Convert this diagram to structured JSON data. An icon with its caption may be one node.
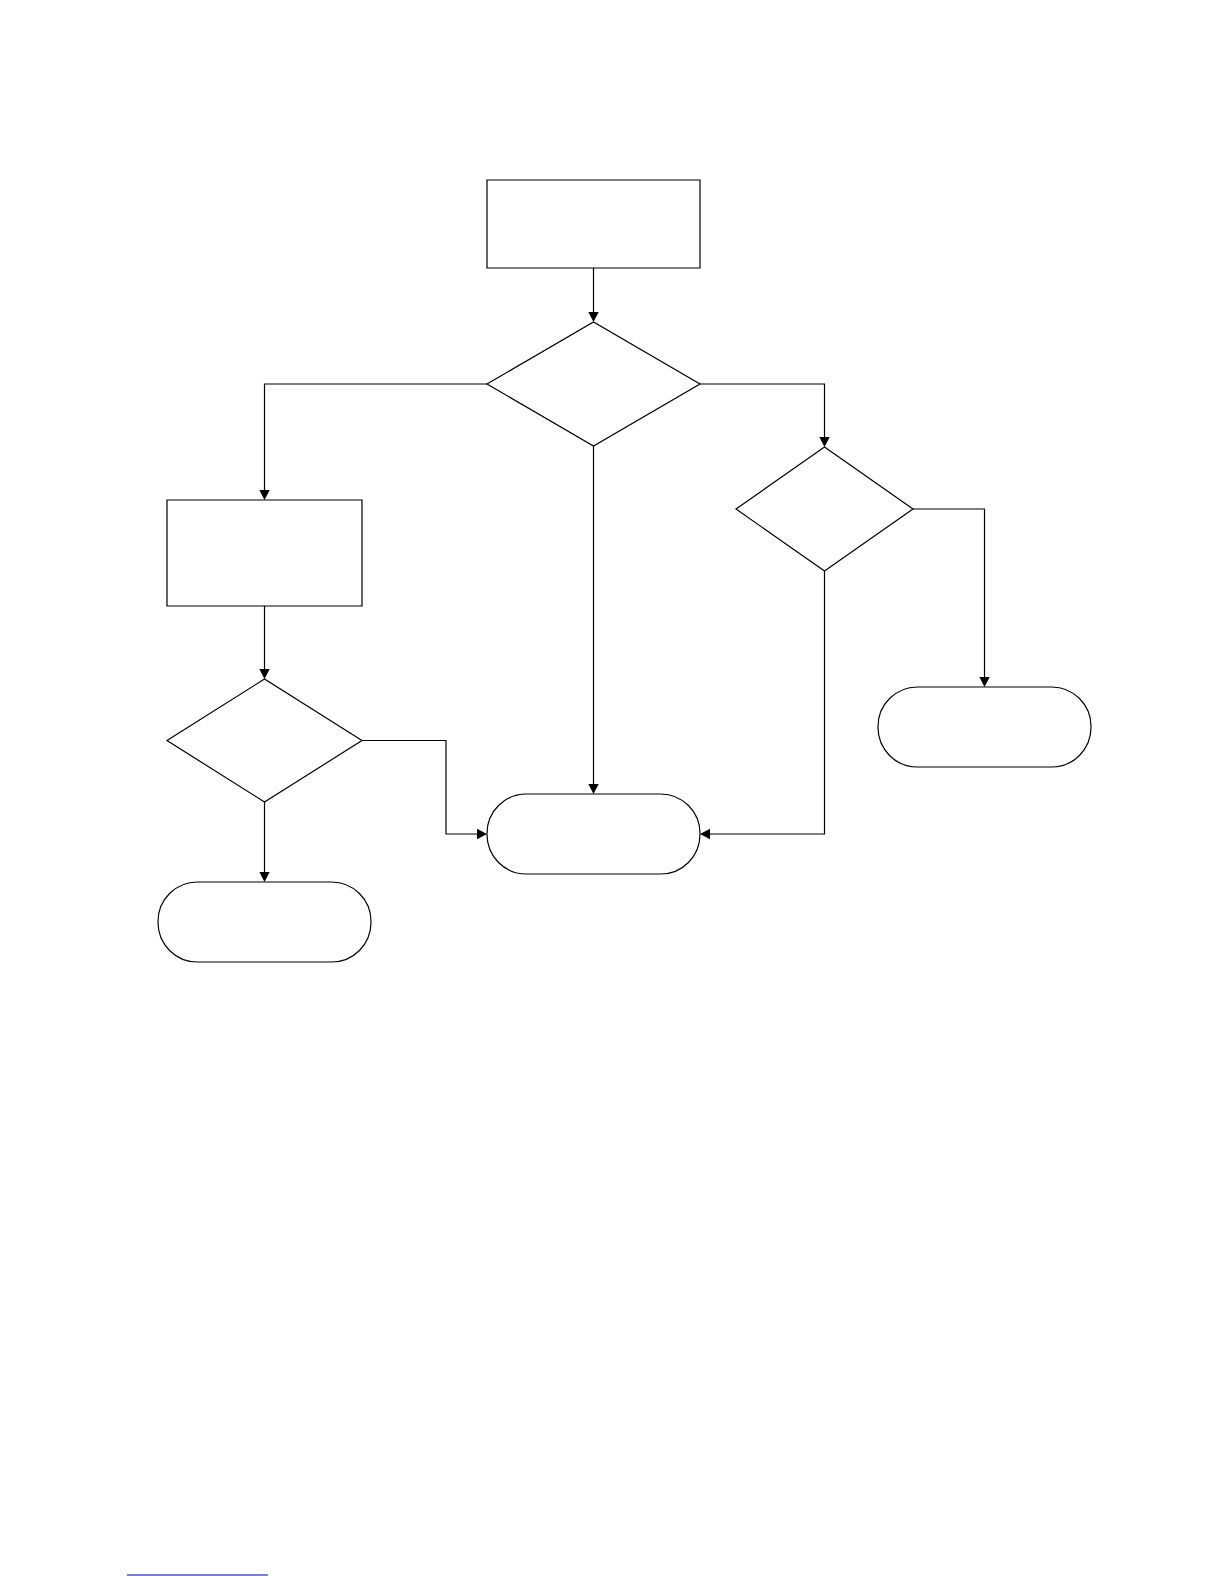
{
  "diagram": {
    "nodes": [
      {
        "text": [],
        "shape": "box"
      },
      {
        "text": [],
        "shape": "diamond"
      },
      {
        "text": [],
        "shape": "diamond"
      },
      {
        "text": [],
        "shape": "box"
      },
      {
        "text": [],
        "shape": "diamond"
      },
      {
        "text": [],
        "shape": "pill"
      },
      {
        "text": [],
        "shape": "pill"
      },
      {
        "text": [],
        "shape": "pill"
      }
    ],
    "edges": [
      {
        "from": 0,
        "to": 1,
        "arrow": "to"
      },
      {
        "from": 1,
        "to": 3,
        "arrow": "to"
      },
      {
        "from": 1,
        "to": 6,
        "arrow": "to"
      },
      {
        "from": 1,
        "to": 2,
        "arrow": "to"
      },
      {
        "from": 2,
        "to": 5,
        "arrow": "to"
      },
      {
        "from": 2,
        "to": 6,
        "arrow": "to"
      },
      {
        "from": 3,
        "to": 4,
        "arrow": "to"
      },
      {
        "from": 4,
        "to": 6,
        "arrow": "to"
      },
      {
        "from": 4,
        "to": 7,
        "arrow": "to"
      }
    ]
  }
}
